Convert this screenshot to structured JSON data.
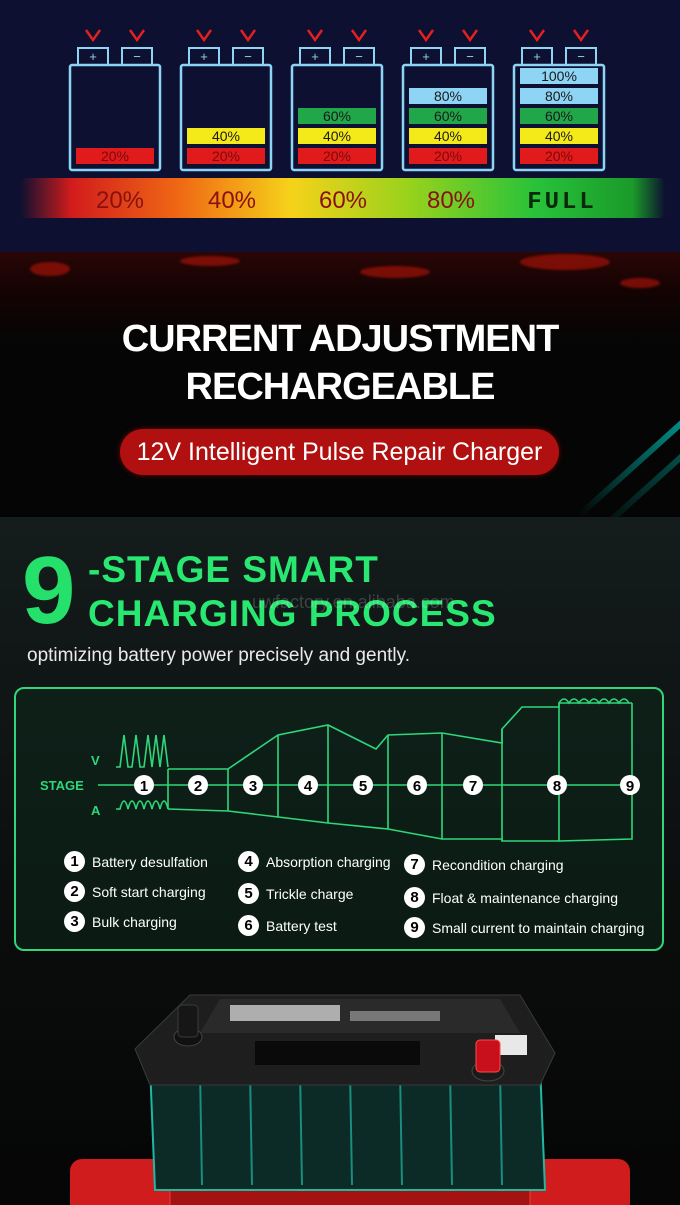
{
  "battery_levels": {
    "batteries": [
      {
        "cells": [
          "20%"
        ]
      },
      {
        "cells": [
          "20%",
          "40%"
        ]
      },
      {
        "cells": [
          "20%",
          "40%",
          "60%"
        ]
      },
      {
        "cells": [
          "20%",
          "40%",
          "60%",
          "80%"
        ]
      },
      {
        "cells": [
          "20%",
          "40%",
          "60%",
          "80%",
          "100%"
        ]
      }
    ],
    "terminal_plus": "+",
    "terminal_minus": "−",
    "scale_labels": [
      "20%",
      "40%",
      "60%",
      "80%",
      "FULL"
    ],
    "cell_colors": {
      "20%": "#e11b1b",
      "40%": "#f4ea1a",
      "60%": "#21a64a",
      "80%": "#8ed4f5",
      "100%": "#8ed4f5"
    }
  },
  "promo": {
    "line1": "CURRENT ADJUSTMENT",
    "line2": "RECHARGEABLE",
    "badge": "12V Intelligent Pulse Repair Charger"
  },
  "stages_section": {
    "big_number": "9",
    "title_line1": "-STAGE SMART",
    "title_line2": "CHARGING PROCESS",
    "subtitle": "optimizing battery power precisely and gently.",
    "watermark": "uwfactory.en.alibaba.com",
    "diagram": {
      "stage_label": "STAGE",
      "v_label": "V",
      "a_label": "A",
      "stage_numbers": [
        "1",
        "2",
        "3",
        "4",
        "5",
        "6",
        "7",
        "8",
        "9"
      ]
    },
    "legend": [
      {
        "num": "1",
        "label": "Battery desulfation"
      },
      {
        "num": "2",
        "label": "Soft start charging"
      },
      {
        "num": "3",
        "label": "Bulk charging"
      },
      {
        "num": "4",
        "label": "Absorption charging"
      },
      {
        "num": "5",
        "label": "Trickle charge"
      },
      {
        "num": "6",
        "label": "Battery test"
      },
      {
        "num": "7",
        "label": "Recondition charging"
      },
      {
        "num": "8",
        "label": "Float & maintenance charging"
      },
      {
        "num": "9",
        "label": "Small current to maintain charging"
      }
    ],
    "accent_color": "#28e872"
  }
}
